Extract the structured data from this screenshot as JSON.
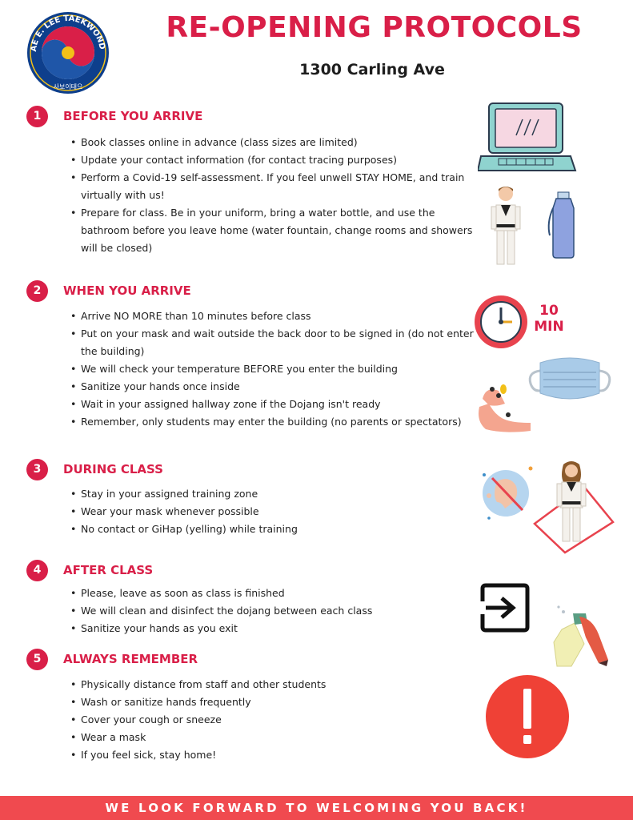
{
  "header": {
    "title": "RE-OPENING PROTOCOLS",
    "subtitle": "1300 Carling Ave"
  },
  "logo": {
    "text_top": "TAE E. LEE TAEKWONDO",
    "text_bottom": "사보이태으",
    "colors": {
      "ring": "#0e3f8c",
      "red": "#d91f48",
      "blue": "#1f56a8",
      "yellow": "#f2c018"
    }
  },
  "sections": [
    {
      "number": "1",
      "heading": "BEFORE YOU ARRIVE",
      "items": [
        "Book classes online in advance (class sizes are limited)",
        "Update your contact information (for contact tracing purposes)",
        "Perform a Covid-19 self-assessment.  If you feel unwell STAY HOME, and train virtually with us!",
        "Prepare for class. Be in your uniform, bring a water bottle, and use the bathroom before you leave home (water fountain, change rooms and showers will be closed)"
      ]
    },
    {
      "number": "2",
      "heading": "WHEN YOU ARRIVE",
      "items": [
        "Arrive NO MORE than 10 minutes before class",
        "Put on your mask and wait outside the back door to be signed in (do not enter the building)",
        "We will check your temperature BEFORE you enter the building",
        "Sanitize your hands once inside",
        "Wait in your assigned hallway zone if the Dojang isn't ready",
        "Remember, only students may enter the building (no parents or spectators)"
      ]
    },
    {
      "number": "3",
      "heading": "DURING CLASS",
      "items": [
        "Stay in your assigned training zone",
        "Wear your mask whenever possible",
        "No contact or GiHap (yelling) while training"
      ]
    },
    {
      "number": "4",
      "heading": "AFTER CLASS",
      "items": [
        "Please, leave as soon as class is finished",
        "We will clean and disinfect the dojang between each class",
        "Sanitize your hands as you exit"
      ]
    },
    {
      "number": "5",
      "heading": "ALWAYS REMEMBER",
      "items": [
        "Physically distance from staff and other students",
        "Wash or sanitize hands frequently",
        "Cover your cough or sneeze",
        "Wear a mask",
        "If you feel sick, stay home!"
      ]
    }
  ],
  "clock_label": {
    "line1": "10",
    "line2": "MIN"
  },
  "footer": {
    "text": "WE LOOK FORWARD TO WELCOMING YOU BACK!"
  },
  "icons": [
    "laptop-icon",
    "student-icon",
    "water-bottle-icon",
    "clock-icon",
    "face-mask-icon",
    "hand-sanitizer-icon",
    "no-yelling-icon",
    "student-icon",
    "exit-icon",
    "spray-bottle-icon",
    "alert-icon"
  ],
  "colors": {
    "accent": "#d91f48",
    "footer": "#f04a4f",
    "alert": "#ef4136"
  }
}
